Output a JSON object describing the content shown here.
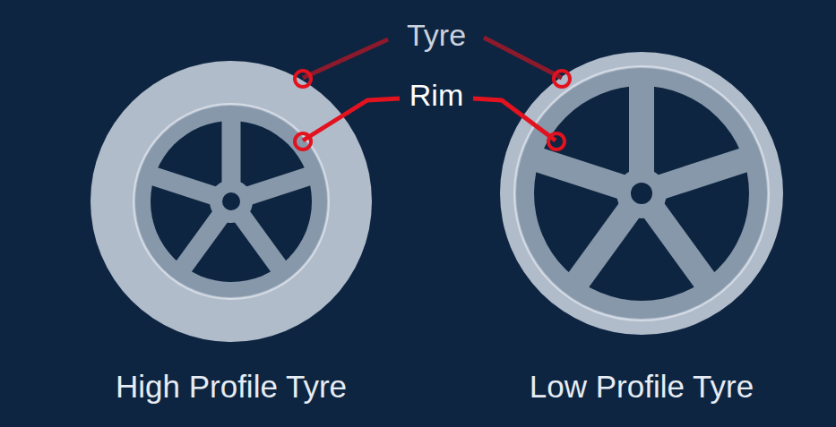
{
  "diagram": {
    "labels": [
      "Tyre",
      "Rim",
      "High Profile Tyre",
      "Low Profile Tyre"
    ]
  }
}
